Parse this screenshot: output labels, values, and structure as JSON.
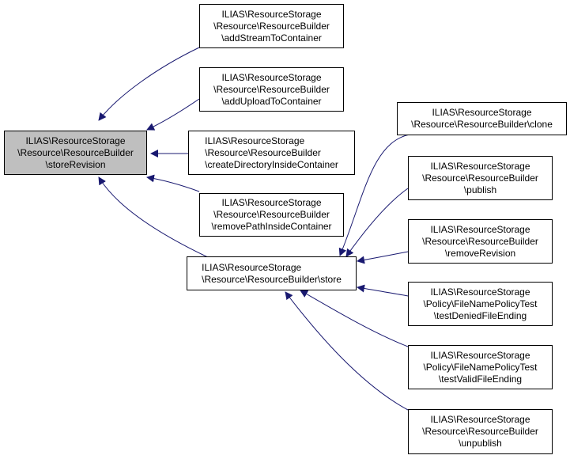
{
  "colors": {
    "edge": "#191970",
    "highlight": "#bfbfbf",
    "border": "#000000"
  },
  "nodes": {
    "store_revision": "ILIAS\\ResourceStorage\n\\Resource\\ResourceBuilder\n\\storeRevision",
    "add_stream": "ILIAS\\ResourceStorage\n\\Resource\\ResourceBuilder\n\\addStreamToContainer",
    "add_upload": "ILIAS\\ResourceStorage\n\\Resource\\ResourceBuilder\n\\addUploadToContainer",
    "create_directory": "ILIAS\\ResourceStorage\n\\Resource\\ResourceBuilder\n\\createDirectoryInsideContainer",
    "remove_path": "ILIAS\\ResourceStorage\n\\Resource\\ResourceBuilder\n\\removePathInsideContainer",
    "store": "ILIAS\\ResourceStorage\n\\Resource\\ResourceBuilder\\store",
    "clone": "ILIAS\\ResourceStorage\n\\Resource\\ResourceBuilder\\clone",
    "publish": "ILIAS\\ResourceStorage\n\\Resource\\ResourceBuilder\n\\publish",
    "remove_revision": "ILIAS\\ResourceStorage\n\\Resource\\ResourceBuilder\n\\removeRevision",
    "test_denied": "ILIAS\\ResourceStorage\n\\Policy\\FileNamePolicyTest\n\\testDeniedFileEnding",
    "test_valid": "ILIAS\\ResourceStorage\n\\Policy\\FileNamePolicyTest\n\\testValidFileEnding",
    "unpublish": "ILIAS\\ResourceStorage\n\\Resource\\ResourceBuilder\n\\unpublish"
  }
}
